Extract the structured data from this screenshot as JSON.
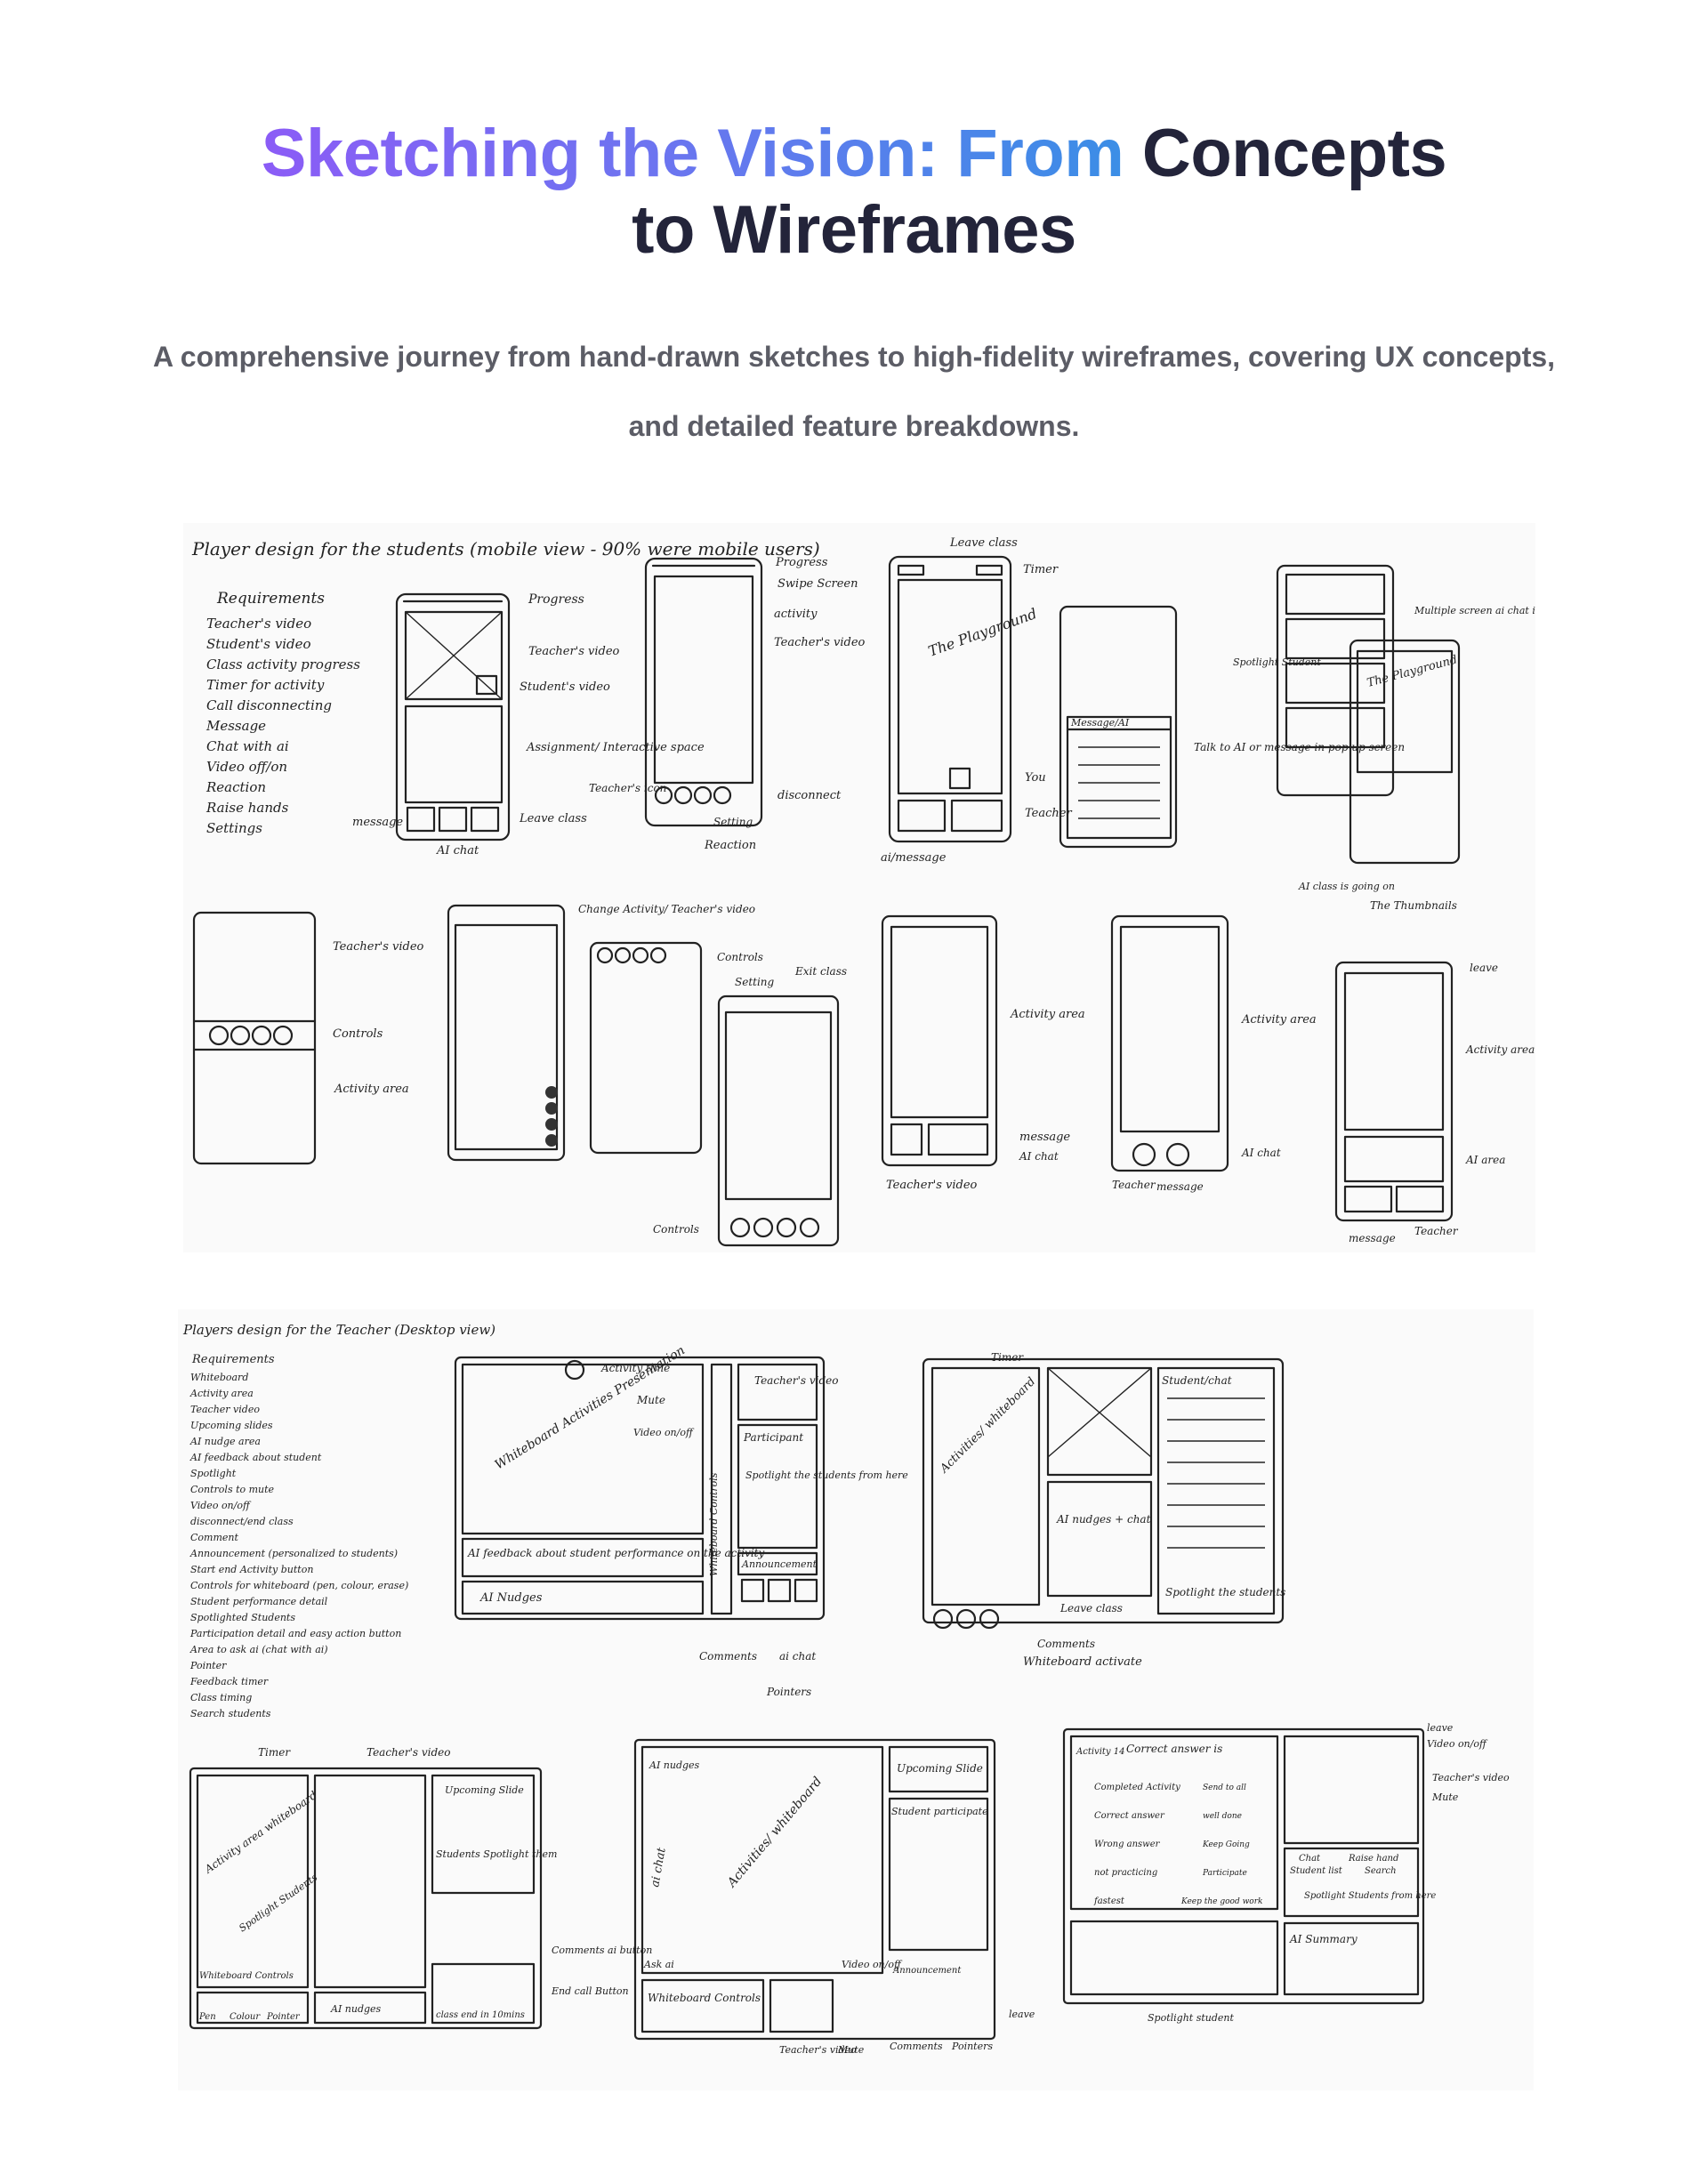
{
  "header": {
    "title_gradient": "Sketching the Vision: From",
    "title_plain": " Concepts to Wireframes",
    "subtitle": "A comprehensive journey from hand-drawn sketches to high-fidelity wireframes, covering UX concepts, and detailed feature breakdowns."
  },
  "colors": {
    "gradient_start": "#8b5cf6",
    "gradient_end": "#3b8ee6",
    "title": "#23243a",
    "subtitle": "#5c5d66"
  },
  "sketch_student": {
    "heading": "Player design for the students (mobile view - 90% were mobile users)",
    "requirements_title": "Requirements",
    "requirements": [
      "Teacher's video",
      "Student's video",
      "Class activity progress",
      "Timer for activity",
      "Call disconnecting",
      "Message",
      "Chat with ai",
      "Video off/on",
      "Reaction",
      "Raise hands",
      "Settings"
    ],
    "labels": {
      "progress": "Progress",
      "teachers_video": "Teacher's video",
      "students_video": "Student's video",
      "assignment": "Assignment/ Interactive space",
      "leave_class": "Leave class",
      "ai_chat": "AI chat",
      "message": "message",
      "swipe_screen": "Swipe Screen",
      "activity": "activity",
      "teachers_icon": "Teacher's icon",
      "disconnect": "disconnect",
      "setting": "Setting",
      "reaction": "Reaction",
      "timer": "Timer",
      "the_playground": "The Playground",
      "you": "You",
      "teacher": "Teacher",
      "ai_message": "ai/message",
      "message_ai": "Message/AI",
      "talk_to_ai": "Talk to AI or message in pop up screen",
      "spotlight_student": "Spotlight Student",
      "multiple_screen": "Multiple screen ai chat is a separate screen",
      "ai_class": "AI class is going on",
      "thumbnails": "The Thumbnails",
      "controls": "Controls",
      "activity_area": "Activity area",
      "change_activity": "Change Activity/ Teacher's video",
      "exit_class": "Exit class",
      "leave": "leave",
      "ai_area": "AI area"
    }
  },
  "sketch_teacher": {
    "heading": "Players design for the Teacher (Desktop view)",
    "requirements_title": "Requirements",
    "requirements": [
      "Whiteboard",
      "Activity area",
      "Teacher video",
      "Upcoming slides",
      "AI nudge area",
      "AI feedback about student",
      "Spotlight",
      "Controls to mute",
      "Video on/off",
      "disconnect/end class",
      "Comment",
      "Announcement (personalized to students)",
      "Start end Activity button",
      "Controls for whiteboard (pen, colour, erase)",
      "Student performance detail",
      "Spotlighted Students",
      "Participation detail and easy action button",
      "Area to ask ai (chat with ai)",
      "Pointer",
      "Feedback timer",
      "Class timing",
      "Search students"
    ],
    "labels": {
      "activity_time": "Activity time",
      "teachers_video": "Teacher's video",
      "mute": "Mute",
      "video_onoff": "Video on/off",
      "participant": "Participant",
      "spotlight_here": "Spotlight the students from here",
      "whiteboard_activities": "Whiteboard Activities Presentation",
      "ai_feedback": "AI feedback about student performance on the activity",
      "ai_nudges": "AI Nudges",
      "announcement": "Announcement",
      "whiteboard_controls": "Whiteboard Controls",
      "comments": "Comments",
      "ai_chat": "ai chat",
      "pointers": "Pointers",
      "timer": "Timer",
      "activities_whiteboard": "Activities/ whiteboard",
      "student_chat": "Student/chat",
      "ai_nudges_chat": "AI nudges + chat",
      "leave_class": "Leave class",
      "spotlight_the_students": "Spotlight the students",
      "whiteboard_activate": "Whiteboard activate",
      "activity_area_whiteboard": "Activity area whiteboard",
      "spotlight_students": "Spotlight Students",
      "upcoming_slide": "Upcoming Slide",
      "students_spotlight": "Students Spotlight them",
      "comments_ai_button": "Comments ai button",
      "end_call_button": "End call Button",
      "class_end": "class end in 10mins",
      "pen": "Pen",
      "colour": "Colour",
      "pointer": "Pointer",
      "ai_nudges2": "AI nudges",
      "student_participate": "Student participate",
      "ask_ai": "Ask ai",
      "teachers_video2": "Teacher's video",
      "leave": "leave",
      "activity_14": "Activity 14",
      "correct_answer": "Correct answer is",
      "completed_activity": "Completed Activity",
      "correct_answer2": "Correct answer",
      "wrong_answer": "Wrong answer",
      "not_practicing": "not practicing",
      "fastest": "fastest",
      "send_to_all": "Send to all",
      "well_done": "well done",
      "keep_going": "Keep Going",
      "participate": "Participate",
      "keep_good_work": "Keep the good work",
      "chat": "Chat",
      "raise_hand": "Raise hand",
      "student_list": "Student list",
      "search": "Search",
      "spotlight_from_here": "Spotlight Students from here",
      "ai_summary": "AI Summary",
      "spotlight_student": "Spotlight student"
    }
  }
}
